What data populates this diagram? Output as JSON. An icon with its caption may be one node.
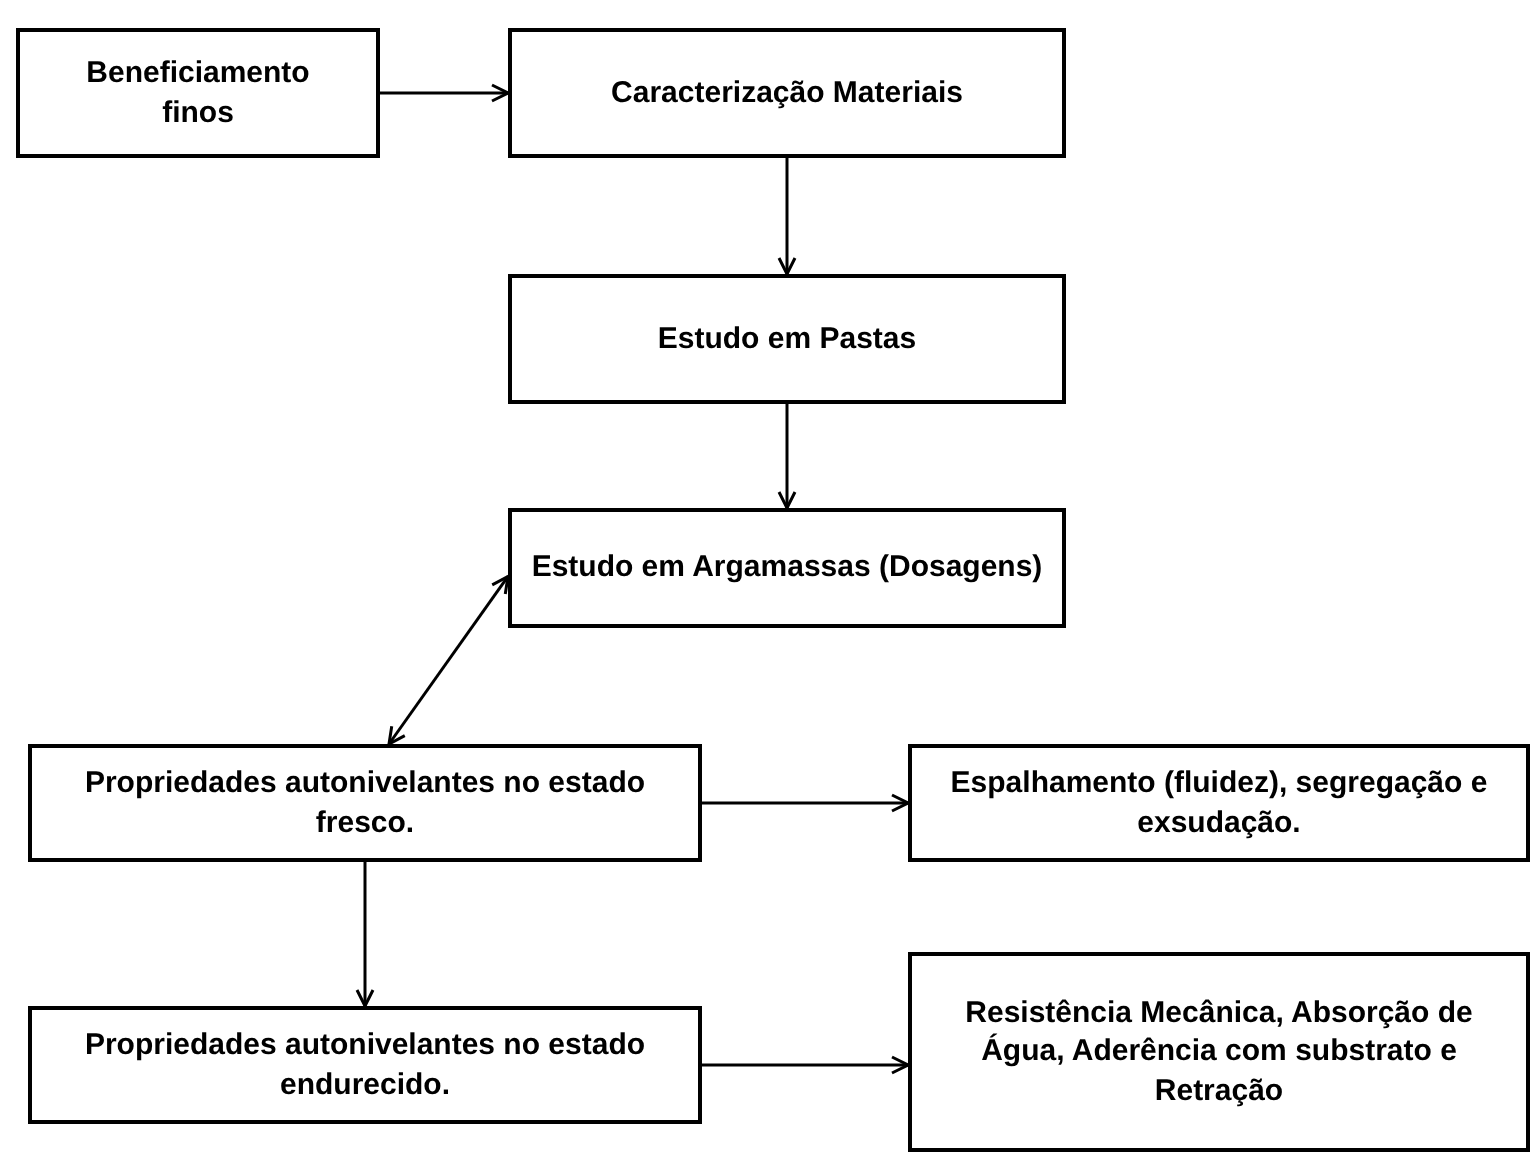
{
  "diagram": {
    "nodes": [
      {
        "text": [
          "Beneficiamento finos"
        ]
      },
      {
        "text": [
          "Caracterização Materiais"
        ]
      },
      {
        "text": [
          "Estudo em Pastas"
        ]
      },
      {
        "text": [
          "Estudo em Argamassas (Dosagens)"
        ]
      },
      {
        "text": [
          "Propriedades autonivelantes no estado fresco."
        ]
      },
      {
        "text": [
          "Espalhamento (fluidez), segregação e exsudação."
        ]
      },
      {
        "text": [
          "Propriedades autonivelantes no estado endurecido."
        ]
      },
      {
        "text": [
          "Resistência Mecânica, Absorção de Água, Aderência com substrato e Retração"
        ]
      }
    ],
    "edges": [
      {
        "from": 0,
        "to": 1,
        "arrow": "to"
      },
      {
        "from": 1,
        "to": 2,
        "arrow": "to"
      },
      {
        "from": 2,
        "to": 3,
        "arrow": "to"
      },
      {
        "from": 4,
        "to": 3,
        "arrow": "both"
      },
      {
        "from": 4,
        "to": 5,
        "arrow": "to"
      },
      {
        "from": 4,
        "to": 6,
        "arrow": "to"
      },
      {
        "from": 6,
        "to": 7,
        "arrow": "to"
      }
    ]
  }
}
